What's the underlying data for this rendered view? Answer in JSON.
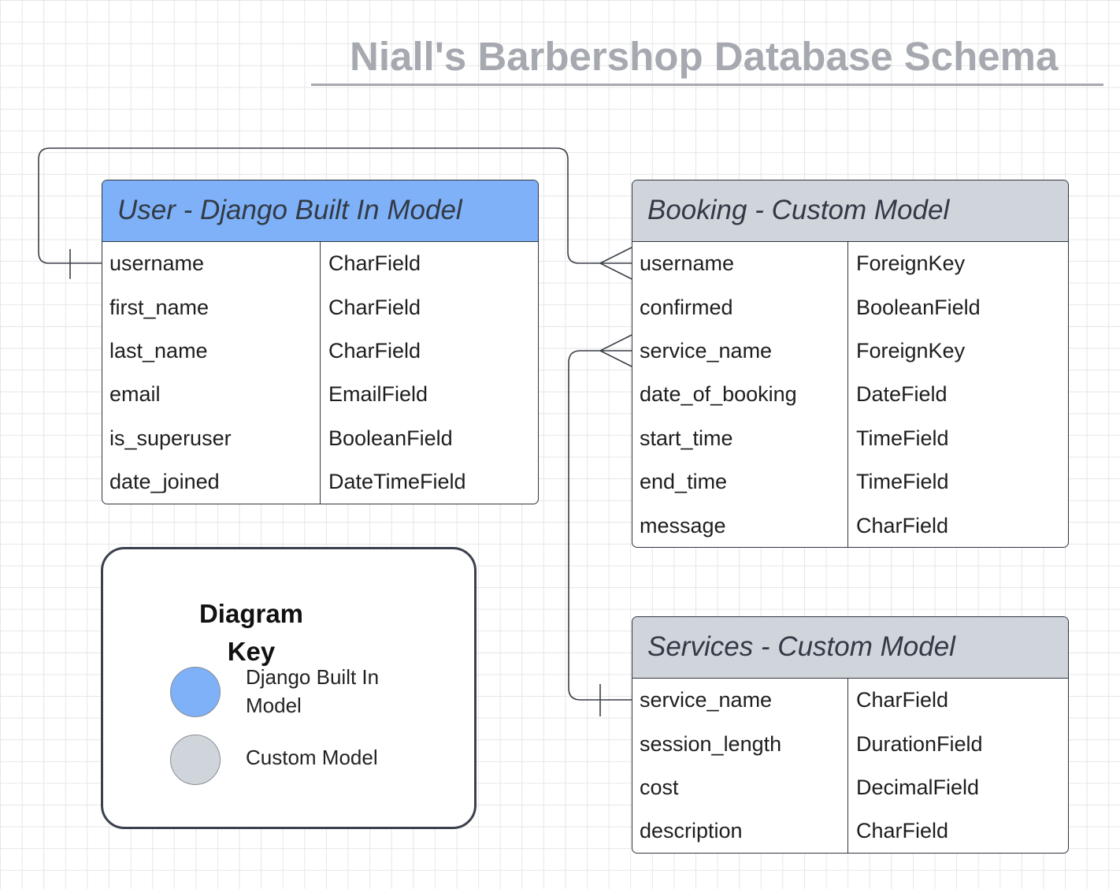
{
  "title": "Niall's Barbershop Database Schema",
  "colors": {
    "django_built_in": "#7eb1f8",
    "custom": "#d0d4db",
    "line": "#3a3f48",
    "title": "#a6a9b0"
  },
  "entities": {
    "user": {
      "title": "User - Django Built In Model",
      "fields": [
        {
          "name": "username",
          "type": "CharField"
        },
        {
          "name": "first_name",
          "type": "CharField"
        },
        {
          "name": "last_name",
          "type": "CharField"
        },
        {
          "name": "email",
          "type": "EmailField"
        },
        {
          "name": "is_superuser",
          "type": "BooleanField"
        },
        {
          "name": "date_joined",
          "type": "DateTimeField"
        }
      ]
    },
    "booking": {
      "title": "Booking - Custom Model",
      "fields": [
        {
          "name": "username",
          "type": "ForeignKey"
        },
        {
          "name": "confirmed",
          "type": "BooleanField"
        },
        {
          "name": "service_name",
          "type": "ForeignKey"
        },
        {
          "name": "date_of_booking",
          "type": "DateField"
        },
        {
          "name": "start_time",
          "type": "TimeField"
        },
        {
          "name": "end_time",
          "type": "TimeField"
        },
        {
          "name": "message",
          "type": "CharField"
        }
      ]
    },
    "services": {
      "title": "Services - Custom Model",
      "fields": [
        {
          "name": "service_name",
          "type": "CharField"
        },
        {
          "name": "session_length",
          "type": "DurationField"
        },
        {
          "name": "cost",
          "type": "DecimalField"
        },
        {
          "name": "description",
          "type": "CharField"
        }
      ]
    }
  },
  "relationships": [
    {
      "from": "user.username",
      "to": "booking.username",
      "from_end": "one",
      "to_end": "many"
    },
    {
      "from": "services.service_name",
      "to": "booking.service_name",
      "from_end": "one",
      "to_end": "many"
    }
  ],
  "key": {
    "title": "Diagram Key",
    "items": [
      {
        "label": "Django Built In Model",
        "color": "#7eb1f8"
      },
      {
        "label": "Custom Model",
        "color": "#d0d4db"
      }
    ]
  }
}
